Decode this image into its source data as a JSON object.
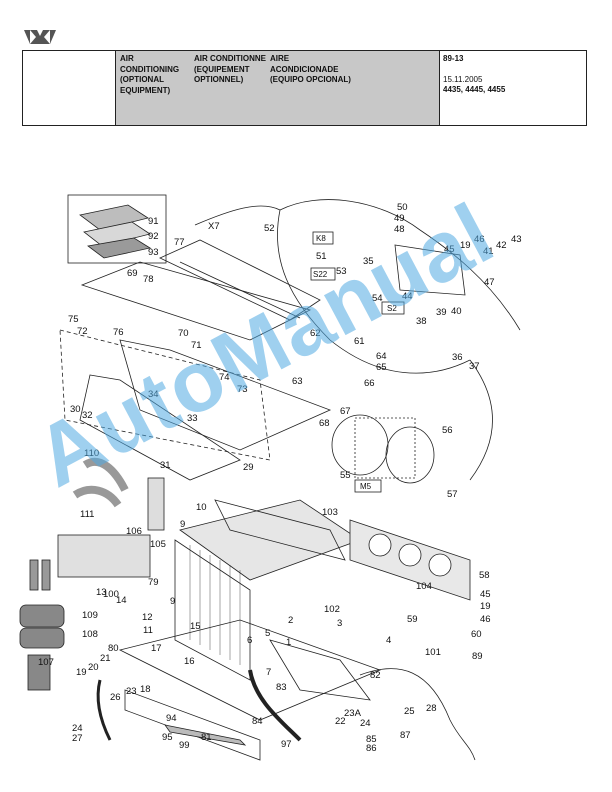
{
  "header": {
    "col1": [
      "AIR CONDITIONING",
      "(OPTIONAL",
      "EQUIPMENT)"
    ],
    "col2": [
      "AIR CONDITIONNE",
      "(EQUIPEMENT",
      "OPTIONNEL)"
    ],
    "col3": [
      "AIRE",
      "ACONDICIONADE",
      "(EQUIPO OPCIONAL)"
    ],
    "code": "89-13",
    "date": "15.11.2005",
    "models": "4435, 4445, 4455"
  },
  "watermark": "AutoManual",
  "labels": {
    "l1": "91",
    "l2": "92",
    "l3": "93",
    "l4": "X7",
    "l5": "52",
    "l6": "K8",
    "l7": "51",
    "l8": "S22",
    "l9": "53",
    "l10": "35",
    "l11": "50",
    "l12": "49",
    "l13": "48",
    "l14": "45",
    "l15": "19",
    "l16": "46",
    "l17": "41",
    "l18": "42",
    "l19": "43",
    "l20": "47",
    "l21": "44",
    "l22": "54",
    "l23": "S2",
    "l24": "39",
    "l25": "40",
    "l26": "38",
    "l27": "36",
    "l28": "37",
    "l29": "77",
    "l30": "78",
    "l31": "69",
    "l32": "75",
    "l33": "72",
    "l34": "76",
    "l35": "70",
    "l36": "71",
    "l37": "62",
    "l38": "61",
    "l39": "64",
    "l40": "65",
    "l41": "74",
    "l42": "73",
    "l43": "63",
    "l44": "66",
    "l45": "34",
    "l46": "33",
    "l47": "30",
    "l48": "32",
    "l49": "67",
    "l50": "68",
    "l51": "56",
    "l52": "55",
    "l53": "110",
    "l54": "31",
    "l55": "29",
    "l56": "M5",
    "l57": "57",
    "l58": "111",
    "l59": "10",
    "l60": "9",
    "l61": "103",
    "l62": "106",
    "l63": "105",
    "l64": "79",
    "l65": "100",
    "l66": "58",
    "l67": "104",
    "l68": "45",
    "l69": "19",
    "l70": "46",
    "l71": "59",
    "l72": "60",
    "l73": "13",
    "l74": "14",
    "l75": "109",
    "l76": "9",
    "l77": "12",
    "l78": "15",
    "l79": "102",
    "l80": "2",
    "l81": "3",
    "l82": "108",
    "l83": "11",
    "l84": "6",
    "l85": "5",
    "l86": "1",
    "l87": "4",
    "l88": "80",
    "l89": "17",
    "l90": "16",
    "l91": "7",
    "l92": "101",
    "l93": "89",
    "l94": "107",
    "l95": "21",
    "l96": "20",
    "l97": "19",
    "l98": "23",
    "l99": "18",
    "l100": "83",
    "l101": "82",
    "l102": "26",
    "l103": "94",
    "l104": "25",
    "l105": "28",
    "l106": "22",
    "l107": "23A",
    "l108": "24",
    "l109": "84",
    "l110": "24",
    "l111": "27",
    "l112": "95",
    "l113": "99",
    "l114": "81",
    "l115": "97",
    "l116": "85",
    "l117": "86",
    "l118": "87"
  }
}
